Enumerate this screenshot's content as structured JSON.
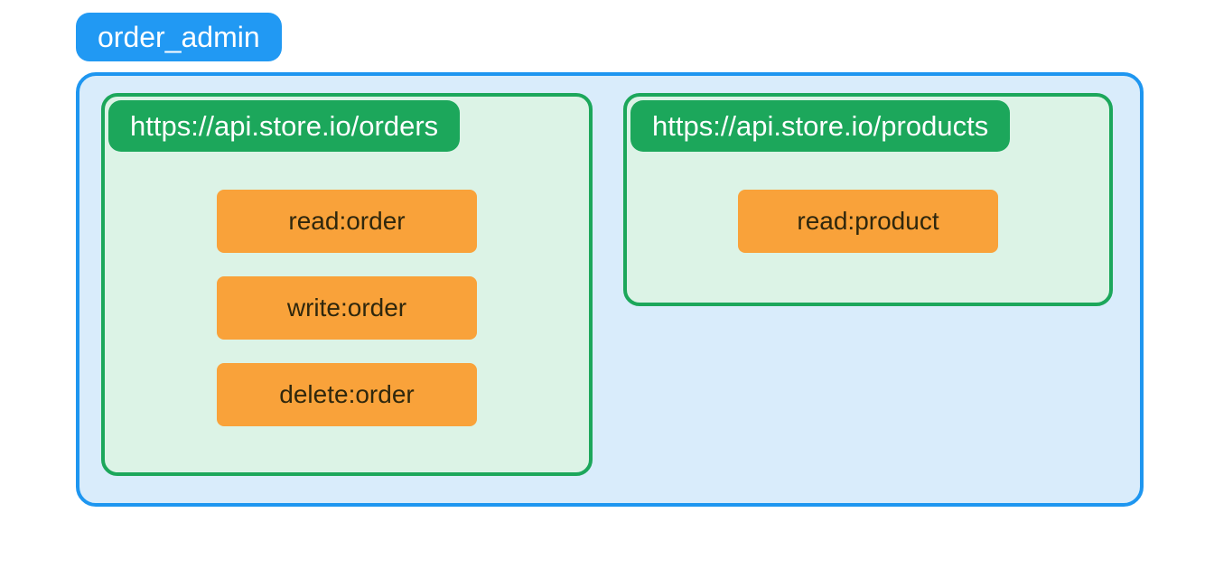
{
  "diagram": {
    "role_label": "order_admin",
    "resources": [
      {
        "url": "https://api.store.io/orders",
        "scopes": [
          "read:order",
          "write:order",
          "delete:order"
        ]
      },
      {
        "url": "https://api.store.io/products",
        "scopes": [
          "read:product"
        ]
      }
    ],
    "colors": {
      "role_badge_fill": "#2199F3",
      "container_border": "#1E96F0",
      "container_fill": "#D9ECFB",
      "resource_border": "#1CA75B",
      "resource_fill": "#DCF3E6",
      "url_badge_fill": "#1CA75B",
      "scope_chip_fill": "#F9A23A",
      "scope_chip_text": "#2F270D",
      "badge_text": "#FFFFFF",
      "page_background": "#FFFFFF"
    }
  }
}
